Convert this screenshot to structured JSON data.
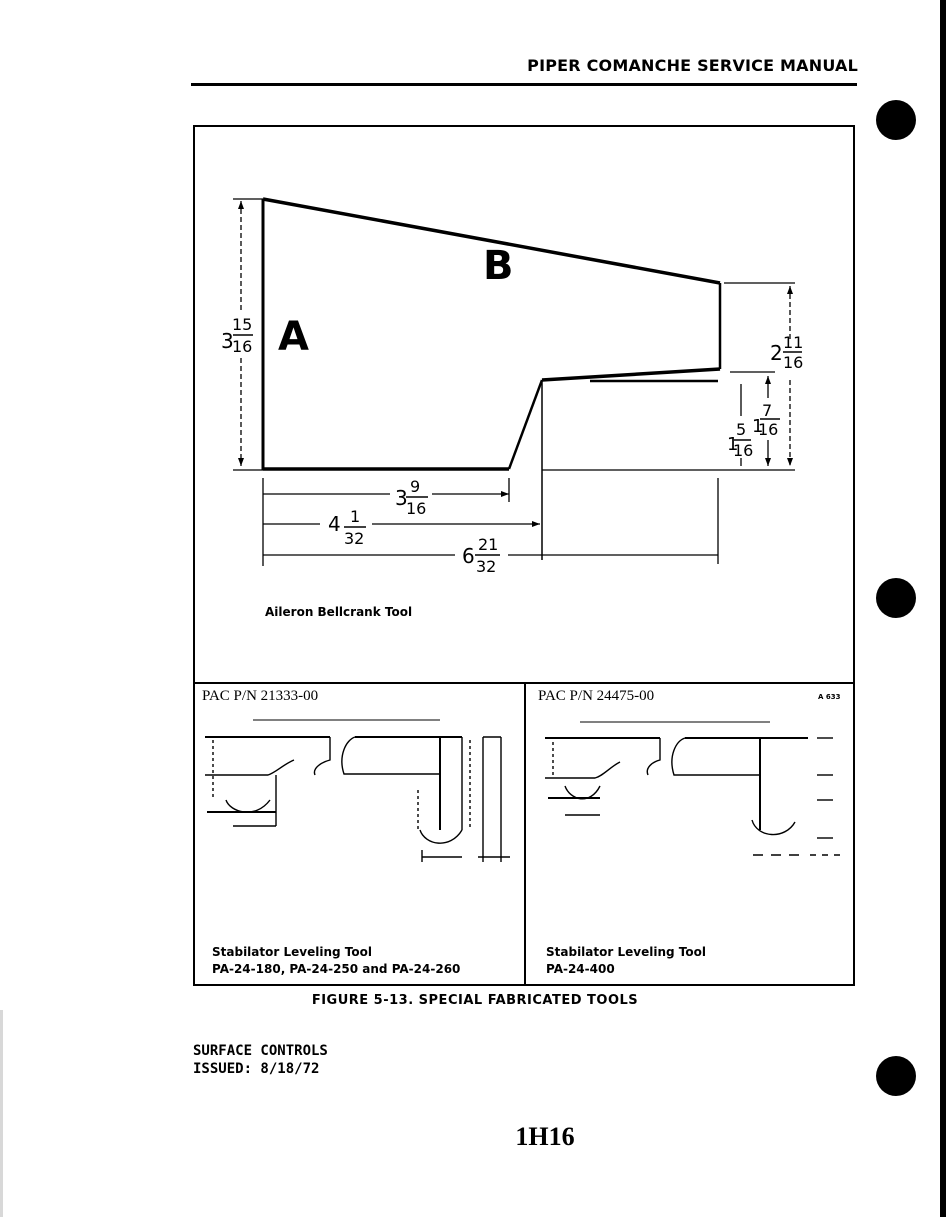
{
  "header": {
    "title": "PIPER COMANCHE SERVICE MANUAL"
  },
  "figure": {
    "caption": "FIGURE 5-13.  SPECIAL FABRICATED TOOLS",
    "top_panel": {
      "label": "Aileron Bellcrank Tool",
      "letter_a": "A",
      "letter_b": "B",
      "dimensions": {
        "height_left": {
          "whole": "3",
          "num": "15",
          "den": "16"
        },
        "height_right": {
          "whole": "2",
          "num": "11",
          "den": "16"
        },
        "step_upper": {
          "whole": "1",
          "num": "7",
          "den": "16"
        },
        "step_lower": {
          "whole": "1",
          "num": "5",
          "den": "16"
        },
        "len_1": {
          "whole": "3",
          "num": "9",
          "den": "16"
        },
        "len_2": {
          "whole": "4",
          "num": "1",
          "den": "32"
        },
        "len_3": {
          "whole": "6",
          "num": "21",
          "den": "32"
        }
      }
    },
    "left_panel": {
      "part_number": "PAC P/N 21333-00",
      "label_line1": "Stabilator Leveling Tool",
      "label_line2": "PA-24-180, PA-24-250 and PA-24-260"
    },
    "right_panel": {
      "part_number": "PAC P/N 24475-00",
      "label_line1": "Stabilator Leveling Tool",
      "label_line2": "PA-24-400",
      "figure_id": "A 633"
    }
  },
  "footer": {
    "section": "SURFACE CONTROLS",
    "issued": "ISSUED: 8/18/72"
  },
  "page_number": "1H16"
}
